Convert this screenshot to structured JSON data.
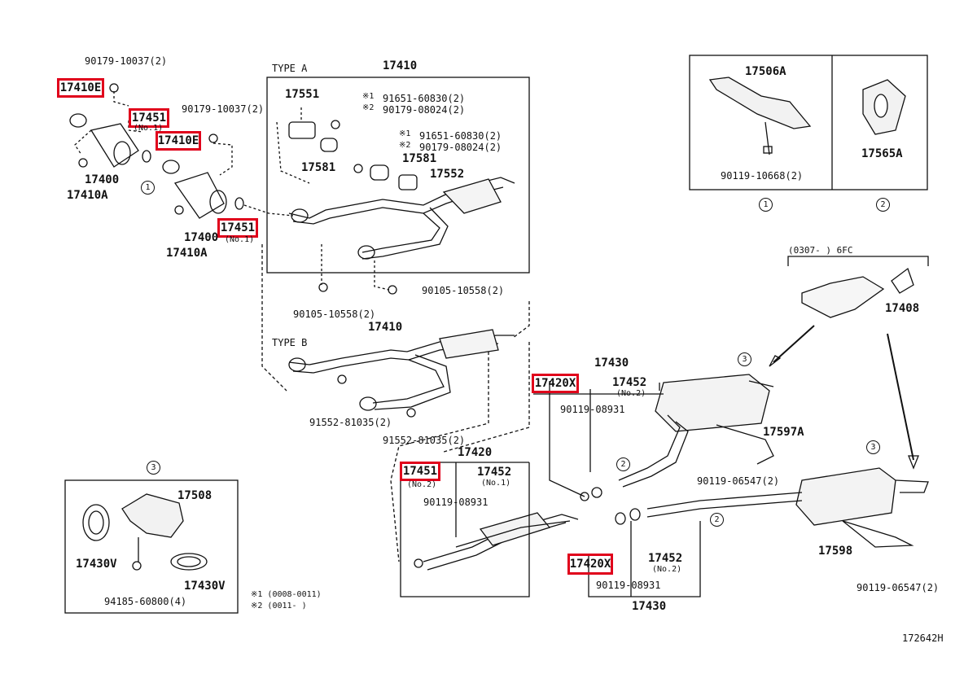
{
  "highlight_color": "#e0001b",
  "headers": {
    "type_a": "TYPE A",
    "type_b": "TYPE B",
    "range_6fc": "(0307-      ) 6FC"
  },
  "highlighted": {
    "p17410e_1": "17410E",
    "p17451_top": "17451",
    "p17410e_2": "17410E",
    "p17451_mid": "17451",
    "p17420x_1": "17420X",
    "p17451_low": "17451",
    "p17420x_2": "17420X"
  },
  "parts": {
    "bolt_top1": "90179-10037(2)",
    "bolt_top2": "90179-10037(2)",
    "p17451_no1_a": "(No.1)",
    "p17451_no1_b": "(No.1)",
    "p17400_a": "17400",
    "p17410a_a": "17410A",
    "p17400_b": "17400",
    "p17410a_b": "17410A",
    "p17410_a": "17410",
    "p17551": "17551",
    "n1_a_mark": "※1",
    "n1_a": "91651-60830(2)",
    "n2_a_mark": "※2",
    "n2_a": "90179-08024(2)",
    "n1_b_mark": "※1",
    "n1_b": "91651-60830(2)",
    "n2_b_mark": "※2",
    "n2_b": "90179-08024(2)",
    "p17581_a": "17581",
    "p17581_b": "17581",
    "p17552": "17552",
    "bolt_a1": "90105-10558(2)",
    "bolt_a2": "90105-10558(2)",
    "p17410_b": "17410",
    "bolt_b1": "91552-81035(2)",
    "bolt_b2": "91552-81035(2)",
    "p17506a": "17506A",
    "bolt_17506a": "90119-10668(2)",
    "p17565a": "17565A",
    "p17408": "17408",
    "p17430_top": "17430",
    "p17452_no2_top": "17452",
    "no2_top": "(No.2)",
    "bolt_17430_top": "90119-08931",
    "p17597a": "17597A",
    "bolt_17597a": "90119-06547(2)",
    "p17420": "17420",
    "no2_low": "(No.2)",
    "p17452_no1": "17452",
    "no1_low": "(No.1)",
    "bolt_17420": "90119-08931",
    "p17452_no2_bot": "17452",
    "no2_bot": "(No.2)",
    "bolt_17430_bot": "90119-08931",
    "p17430_bot": "17430",
    "p17598": "17598",
    "bolt_17598": "90119-06547(2)",
    "p17508": "17508",
    "p17430v_a": "17430V",
    "p17430v_b": "17430V",
    "nut_17508": "94185-60800(4)",
    "foot1": "※1 (0008-0011)",
    "foot2": "※2 (0011-      )",
    "diagram_code": "172642H"
  },
  "circles": {
    "c1_main": "1",
    "c1_box": "1",
    "c2_box": "2",
    "c3_pipe": "3",
    "c2_upper": "2",
    "c3_muffler": "3",
    "c2_lower": "2",
    "c3_inset": "3"
  }
}
